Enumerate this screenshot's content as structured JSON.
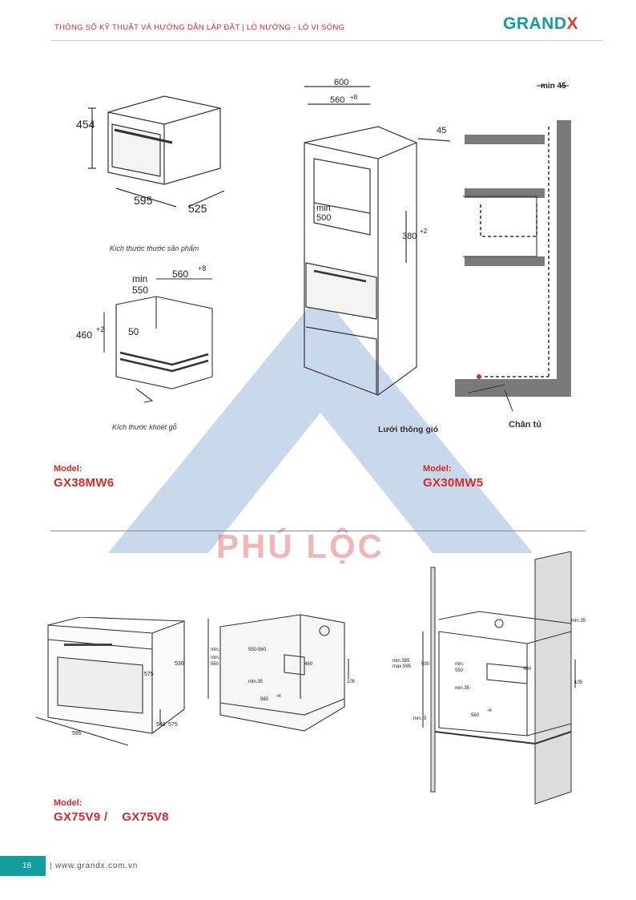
{
  "header": {
    "title": "THÔNG SỐ KỸ THUẬT VÀ HƯỚNG DẪN LẮP ĐẶT  |  LÒ NƯỚNG - LÒ VI SÓNG",
    "logo_part1": "GRAND",
    "logo_part2": "X"
  },
  "fig1": {
    "dims": [
      "454",
      "595",
      "525"
    ],
    "caption": "Kích thước thước sản phẩm"
  },
  "fig2": {
    "dims": [
      "min",
      "550",
      "560",
      "+8",
      "460",
      "+2",
      "50"
    ],
    "caption": "Kích thước khoét gỗ"
  },
  "fig3": {
    "dims": [
      "600",
      "560",
      "+8",
      "45",
      "min",
      "500",
      "380",
      "+2"
    ]
  },
  "fig4": {
    "min_label": "min 45",
    "label_vent": "Lưới thông gió",
    "label_feet": "Chân tủ"
  },
  "models_top": [
    {
      "label": "Model:",
      "name": "GX38MW6"
    },
    {
      "label": "Model:",
      "name": "GX30MW5"
    }
  ],
  "fig5": {
    "dims": [
      "575",
      "530",
      "595",
      "548",
      "575"
    ]
  },
  "fig6": {
    "dims": [
      "min.",
      "550-560",
      "460",
      "min.",
      "560",
      "min.35",
      "105",
      "560",
      "+8"
    ]
  },
  "fig7": {
    "dims": [
      "min.35",
      "min.585",
      "max.595",
      "590",
      "min.",
      "550",
      "460",
      "105",
      "min.35",
      "min. 5",
      "560",
      "+8"
    ]
  },
  "models_bottom": {
    "label": "Model:",
    "name": "GX75V9 /    GX75V8"
  },
  "watermark": "PHÚ LỘC",
  "footer": {
    "page": "18",
    "url": "| www.grandx.com.vn"
  },
  "colors": {
    "accent_red": "#d42a2a",
    "teal": "#139c9c",
    "logo_red": "#e33b2e",
    "watermark_blue": "#9fb8dc"
  }
}
